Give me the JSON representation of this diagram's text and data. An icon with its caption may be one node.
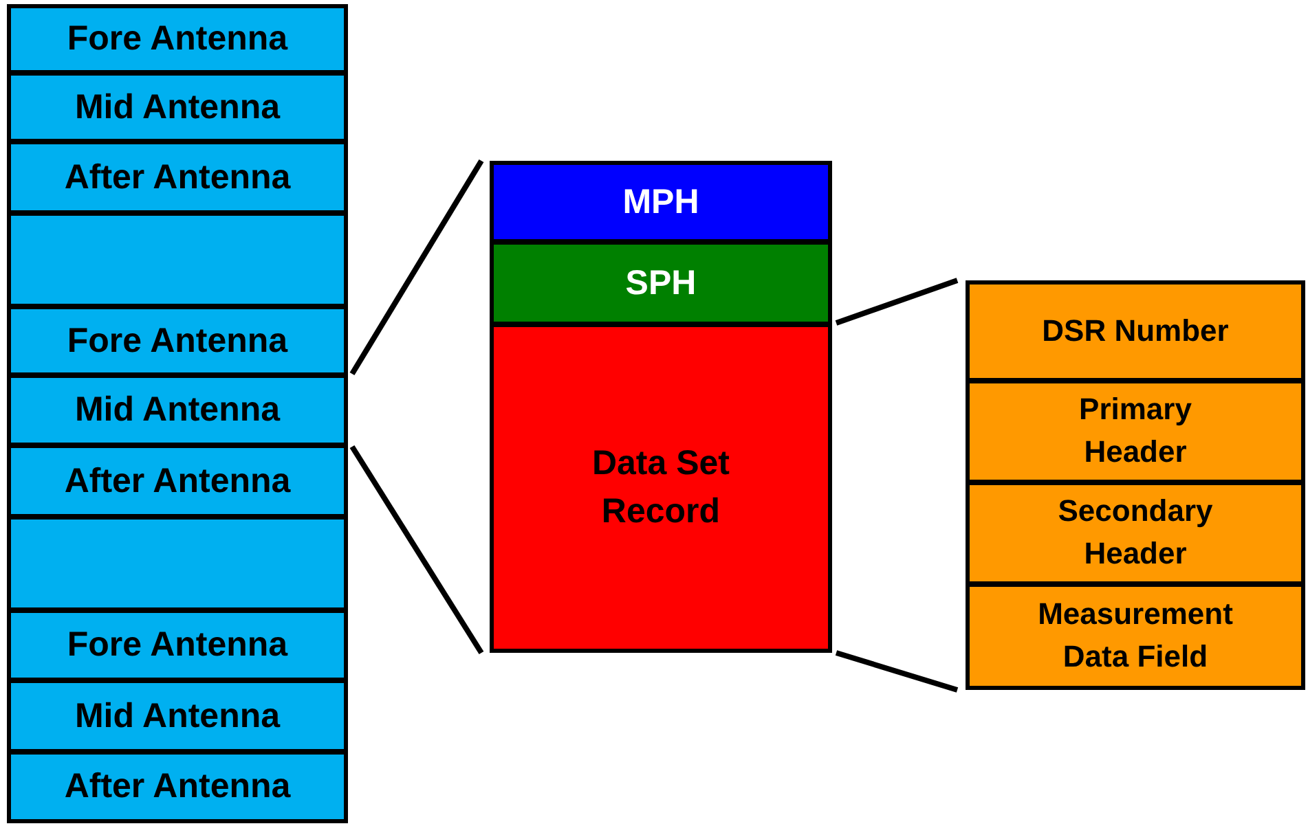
{
  "diagram": {
    "nodes": [
      {
        "text": [
          "Fore Antenna"
        ]
      },
      {
        "text": [
          "Mid Antenna"
        ]
      },
      {
        "text": [
          "After Antenna"
        ]
      },
      {
        "text": [],
        "shape": "box"
      },
      {
        "text": [
          "Fore Antenna"
        ]
      },
      {
        "text": [
          "Mid Antenna"
        ]
      },
      {
        "text": [
          "After Antenna"
        ]
      },
      {
        "text": [],
        "shape": "box"
      },
      {
        "text": [
          "Fore Antenna"
        ]
      },
      {
        "text": [
          "Mid Antenna"
        ]
      },
      {
        "text": [
          "After Antenna"
        ]
      },
      {
        "text": [
          "MPH"
        ]
      },
      {
        "text": [
          "SPH"
        ]
      },
      {
        "text": [
          "Data Set Record"
        ]
      },
      {
        "text": [
          "DSR Number"
        ]
      },
      {
        "text": [
          "Primary Header"
        ]
      },
      {
        "text": [
          "Secondary Header"
        ]
      },
      {
        "text": [
          "Measurement Data Field"
        ]
      }
    ],
    "edges": [
      {
        "from": 5,
        "to": 11,
        "arrow": "none"
      },
      {
        "from": 5,
        "to": 13,
        "arrow": "none"
      },
      {
        "from": 13,
        "to": 14,
        "arrow": "none"
      },
      {
        "from": 13,
        "to": 17,
        "arrow": "none"
      }
    ]
  }
}
